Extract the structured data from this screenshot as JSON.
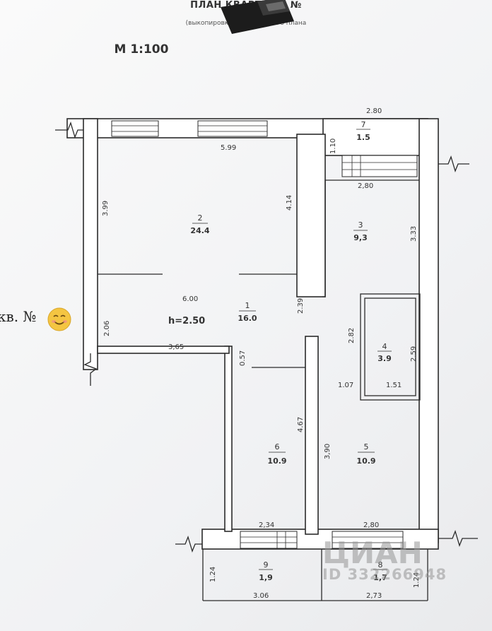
{
  "header": {
    "title": "ПЛАН КВАРТИРЫ №",
    "subtitle": "(выкопировка из поэтажного плана",
    "scale": "М 1:100"
  },
  "label": {
    "apartment": "кв. №"
  },
  "ceiling": {
    "text": "h=2.50"
  },
  "rooms": [
    {
      "num": "1",
      "area": "16.0"
    },
    {
      "num": "2",
      "area": "24.4"
    },
    {
      "num": "3",
      "area": "9,3"
    },
    {
      "num": "4",
      "area": "3.9"
    },
    {
      "num": "5",
      "area": "10.9"
    },
    {
      "num": "6",
      "area": "10.9"
    },
    {
      "num": "7",
      "area": "1.5"
    },
    {
      "num": "9",
      "area": "1,9"
    },
    {
      "num": "8",
      "area": "1,7"
    }
  ],
  "dims": [
    "2.80",
    "5.99",
    "1.10",
    "2,80",
    "3.99",
    "4.14",
    "3.33",
    "6.00",
    "2.39",
    "2.06",
    "3,65",
    "0.57",
    "2.82",
    "2.59",
    "1.07",
    "1.51",
    "4.67",
    "3,90",
    "2,34",
    "2,80",
    "1.24",
    "3.06",
    "2,73",
    "1.24"
  ],
  "watermark": {
    "name": "ЦИАН",
    "id": "ID 332266948"
  },
  "colors": {
    "ink": "#2b2b2b",
    "paper": "#f6f6f7",
    "watermark": "#9a9a9a",
    "emoji": "#f4c542"
  }
}
